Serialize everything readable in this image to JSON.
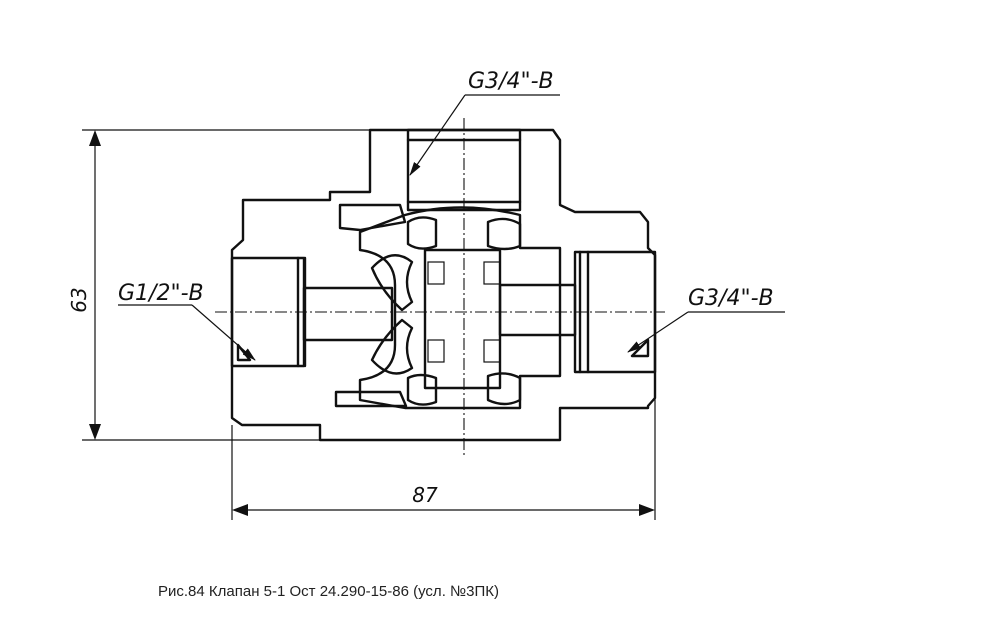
{
  "drawing": {
    "thread_top": "G3/4\"-B",
    "thread_left": "G1/2\"-B",
    "thread_right": "G3/4\"-B",
    "dim_height": "63",
    "dim_width": "87"
  },
  "caption": "Рис.84 Клапан 5-1 Ост 24.290-15-86 (усл. №3ПК)"
}
